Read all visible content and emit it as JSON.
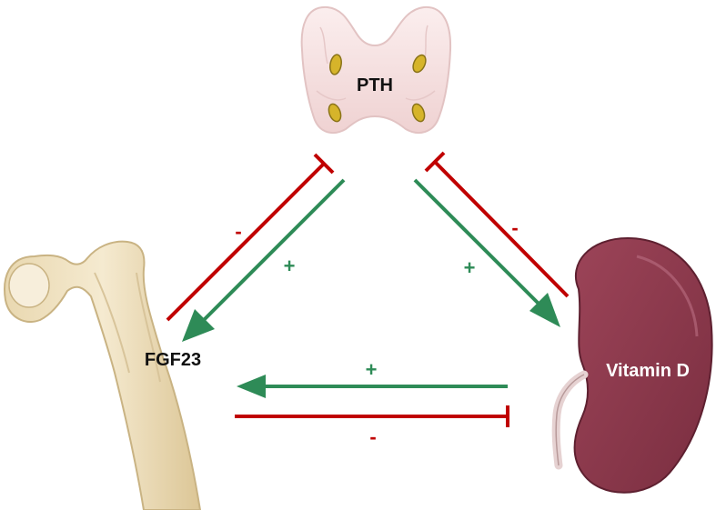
{
  "labels": {
    "pth": "PTH",
    "fgf23": "FGF23",
    "vitamin_d": "Vitamin D"
  },
  "signs": {
    "pth_fgf23_inhibit": "-",
    "pth_fgf23_stimulate": "+",
    "pth_vitd_inhibit": "-",
    "pth_vitd_stimulate": "+",
    "vitd_fgf23_stimulate": "+",
    "fgf23_vitd_inhibit": "-"
  },
  "colors": {
    "inhibit": "#c00000",
    "stimulate": "#2e8b57",
    "bone": "#efe1bd",
    "kidney": "#8b3a4e",
    "gland": "#f6e3e3",
    "nodule": "#d6b42a"
  },
  "icons": {
    "gland": "parathyroid-gland-icon",
    "bone": "femur-bone-icon",
    "kidney": "kidney-icon"
  }
}
